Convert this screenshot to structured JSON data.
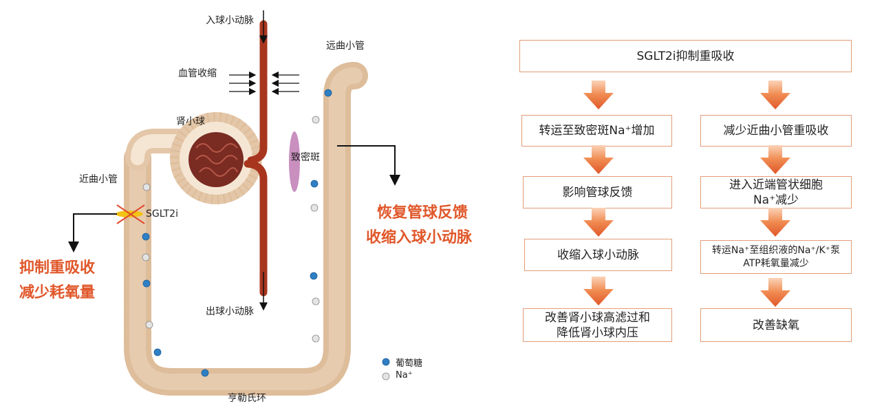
{
  "diagram": {
    "labels": {
      "afferent": "入球小动脉",
      "vasoconstriction": "血管收缩",
      "distal": "远曲小管",
      "glomerulus": "肾小球",
      "macula_densa": "致密斑",
      "proximal": "近曲小管",
      "sglt2i": "SGLT2i",
      "efferent": "出球小动脉",
      "loop": "亨勒氏环",
      "legend_glucose": "葡萄糖",
      "legend_na": "Na⁺"
    },
    "callouts": {
      "left_line1": "抑制重吸收",
      "left_line2": "减少耗氧量",
      "right_line1": "恢复管球反馈",
      "right_line2": "收缩入球小动脉"
    },
    "colors": {
      "accent": "#e0572a",
      "vessel": "#a8361f",
      "tubule": "#f1dcc4",
      "glucose": "#2f7fc4",
      "sodium": "#e4e4e4",
      "macula": "#c98fbf"
    }
  },
  "flowchart": {
    "top": "SGLT2i抑制重吸收",
    "left": [
      "转运至致密斑Na⁺增加",
      "影响管球反馈",
      "收缩入球小动脉",
      "改善肾小球高滤过和\n降低肾小球内压"
    ],
    "right": [
      "减少近曲小管重吸收",
      "进入近端管状细胞\nNa⁺减少",
      "转运Na⁺至组织液的Na⁺/K⁺泵\nATP耗氧量减少",
      "改善缺氧"
    ]
  }
}
